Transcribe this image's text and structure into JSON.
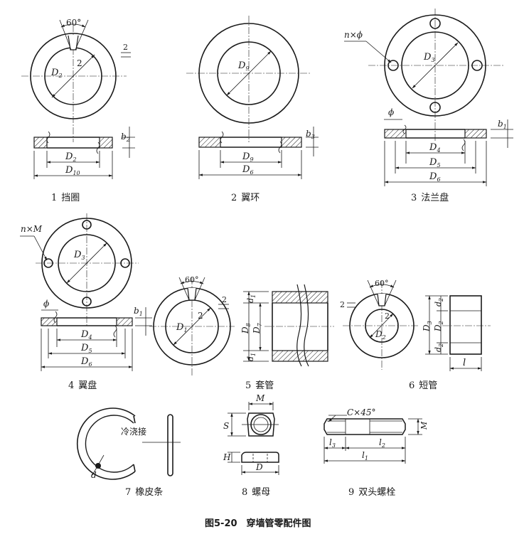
{
  "figure_title": "图5-20　穿墙管零配件图",
  "parts": [
    {
      "number": "1",
      "name": "挡圈"
    },
    {
      "number": "2",
      "name": "翼环"
    },
    {
      "number": "3",
      "name": "法兰盘"
    },
    {
      "number": "4",
      "name": "翼盘"
    },
    {
      "number": "5",
      "name": "套管"
    },
    {
      "number": "6",
      "name": "短管"
    },
    {
      "number": "7",
      "name": "橡皮条"
    },
    {
      "number": "8",
      "name": "螺母"
    },
    {
      "number": "9",
      "name": "双头螺栓"
    }
  ],
  "labels": {
    "angle_60": "60°",
    "gap_2": "2",
    "n_phi": "n×ϕ",
    "n_M": "n×M",
    "phi": "ϕ",
    "cold_joint": "冷浇接",
    "chamfer": "C×45°",
    "D": "D",
    "d": "d",
    "b": "b",
    "S": "S",
    "H": "H",
    "M": "M",
    "l": "l",
    "sub_1": "1",
    "sub_2": "2",
    "sub_3": "3",
    "sub_4": "4",
    "sub_5": "5",
    "sub_6": "6",
    "sub_7": "7",
    "sub_8": "8",
    "sub_9": "9",
    "sub_10": "10"
  }
}
